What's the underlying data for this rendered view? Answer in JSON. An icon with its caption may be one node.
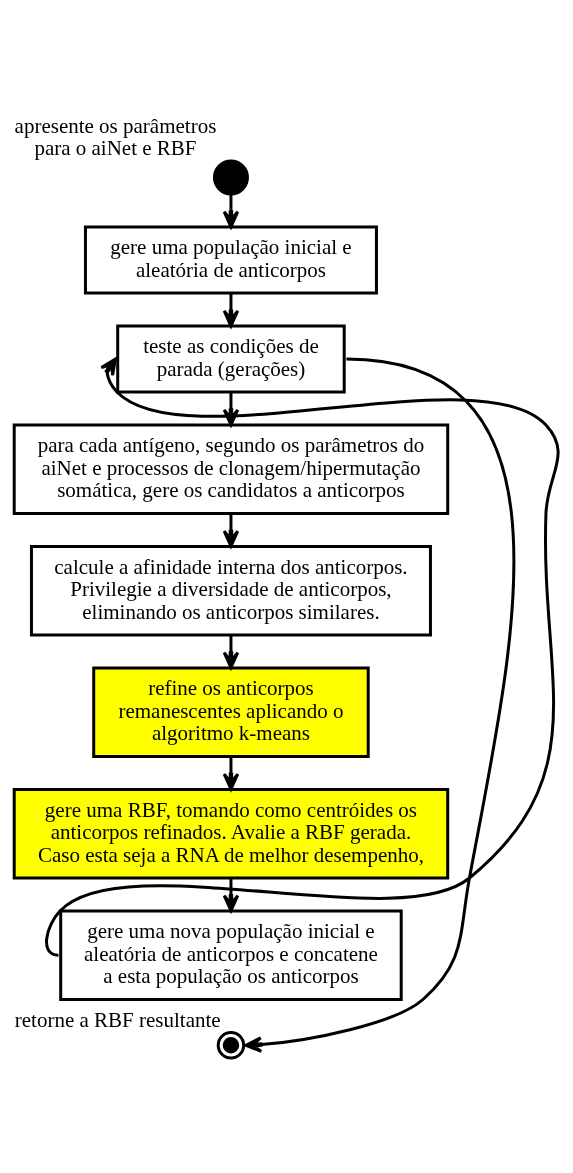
{
  "diagram": {
    "nodes": [
      {
        "text": [],
        "shape": "circle",
        "beside": [
          "apresente os parâmetros para o aiNet e RBF"
        ]
      },
      {
        "text": [
          "gere uma população inicial e aleatória de anticorpos"
        ]
      },
      {
        "text": [
          "teste as condições de parada (gerações)"
        ]
      },
      {
        "text": [
          "para cada antígeno, segundo os parâmetros do aiNet e processos de clonagem/hipermutação somática, gere os candidatos a anticorpos"
        ]
      },
      {
        "text": [
          "calcule a afinidade interna dos anticorpos. Privilegie a diversidade de anticorpos, eliminando os anticorpos similares."
        ]
      },
      {
        "text": [
          "refine os anticorpos remanescentes aplicando o algoritmo k-means"
        ]
      },
      {
        "text": [
          "gere uma RBF, tomando como centróides os anticorpos refinados. Avalie a RBF gerada. Caso esta seja a RNA de melhor desempenho,"
        ]
      },
      {
        "text": [
          "gere uma nova população inicial e aleatória de anticorpos e concatene a esta população os anticorpos"
        ]
      },
      {
        "text": [],
        "shape": "circle",
        "beside": [
          "retorne a RBF resultante"
        ]
      }
    ],
    "edges": [
      {
        "from": 0,
        "to": 1,
        "arrow": "to"
      },
      {
        "from": 1,
        "to": 2,
        "arrow": "to"
      },
      {
        "from": 2,
        "to": 3,
        "arrow": "to"
      },
      {
        "from": 3,
        "to": 4,
        "arrow": "to"
      },
      {
        "from": 4,
        "to": 5,
        "arrow": "to"
      },
      {
        "from": 5,
        "to": 6,
        "arrow": "to"
      },
      {
        "from": 6,
        "to": 7,
        "arrow": "to"
      },
      {
        "from": 7,
        "to": 2,
        "arrow": "to"
      },
      {
        "from": 2,
        "to": 8,
        "arrow": "to"
      }
    ]
  }
}
